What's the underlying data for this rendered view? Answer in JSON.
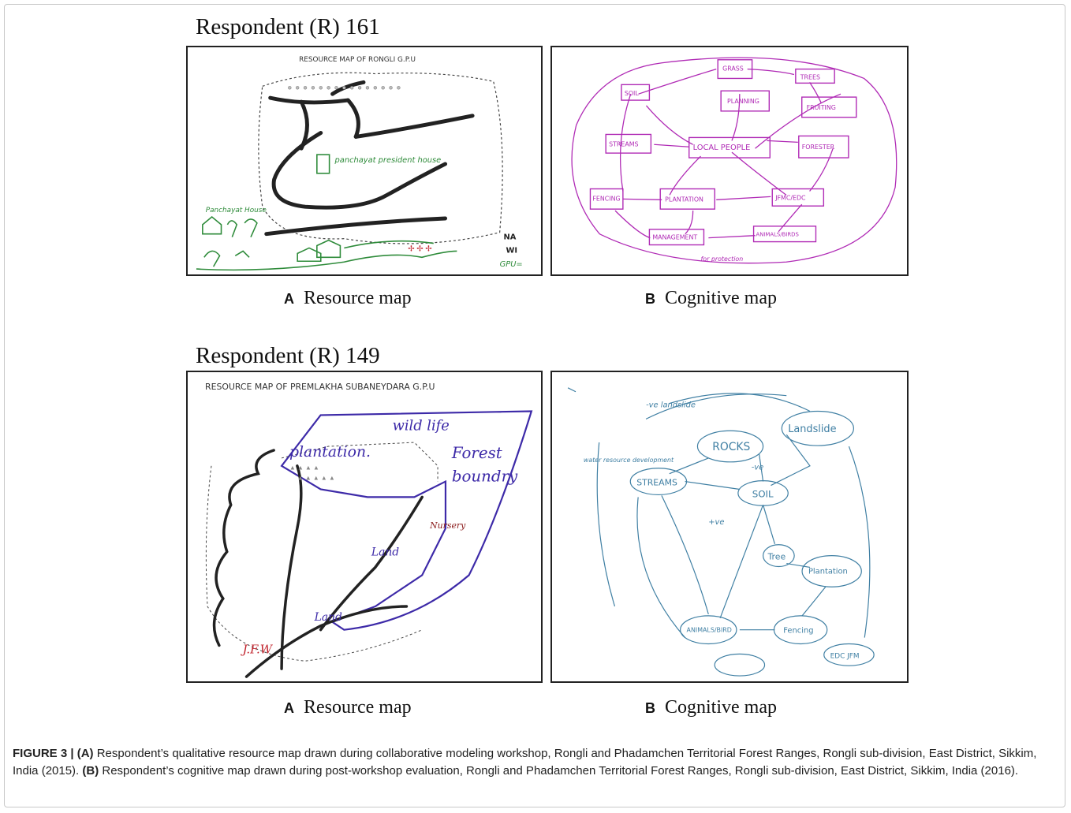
{
  "panels_top": {
    "respondent_title": "Respondent (R) 161",
    "resource_map": {
      "map_title": "RESOURCE MAP OF RONGLI G.P.U",
      "labels": [
        "panchayat president house",
        "Panchayat House",
        "NA",
        "WI",
        "GPU="
      ]
    },
    "cognitive_map": {
      "nodes": [
        "SOIL",
        "GRASS",
        "TREES",
        "PLANNING",
        "FRUITING",
        "STREAMS",
        "LOCAL PEOPLE",
        "FORESTER",
        "FENCING",
        "PLANTATION",
        "JFMC/EDC",
        "MANAGEMENT",
        "ANIMALS/BIRDS"
      ],
      "labels": [
        "for protection"
      ]
    }
  },
  "panels_bottom": {
    "respondent_title": "Respondent (R) 149",
    "resource_map": {
      "map_title": "RESOURCE MAP OF PREMLAKHA SUBANEYDARA G.P.U",
      "labels": [
        "wild life",
        "plantation.",
        "Forest",
        "boundry",
        "Land",
        "Land",
        "J.F.W",
        "Nursery"
      ]
    },
    "cognitive_map": {
      "nodes": [
        "ROCKS",
        "Landslide",
        "STREAMS",
        "SOIL",
        "Tree",
        "Plantation",
        "ANIMALS/BIRD",
        "Fencing",
        "EDC JFM"
      ],
      "labels": [
        "-ve landslide",
        "-ve",
        "+ve",
        "water resource development"
      ]
    }
  },
  "caption_labels": {
    "a_letter": "A",
    "a_text": "Resource map",
    "b_letter": "B",
    "b_text": "Cognitive map"
  },
  "figure_caption": {
    "label": "FIGURE 3 |",
    "a_tag": "(A)",
    "a_text": " Respondent’s qualitative resource map drawn during collaborative modeling workshop, Rongli and Phadamchen Territorial Forest Ranges, Rongli sub-division, East District, Sikkim, India (2015). ",
    "b_tag": "(B)",
    "b_text": " Respondent’s cognitive map drawn during post-workshop evaluation, Rongli and Phadamchen Territorial Forest Ranges, Rongli sub-division, East District, Sikkim, India (2016)."
  },
  "colors": {
    "resource_green": "#2e8b3a",
    "cognitive_magenta": "#b02ab5",
    "cognitive_blue": "#3f7fa3",
    "purple": "#3d2aa8",
    "maroon": "#8a1a1a"
  }
}
